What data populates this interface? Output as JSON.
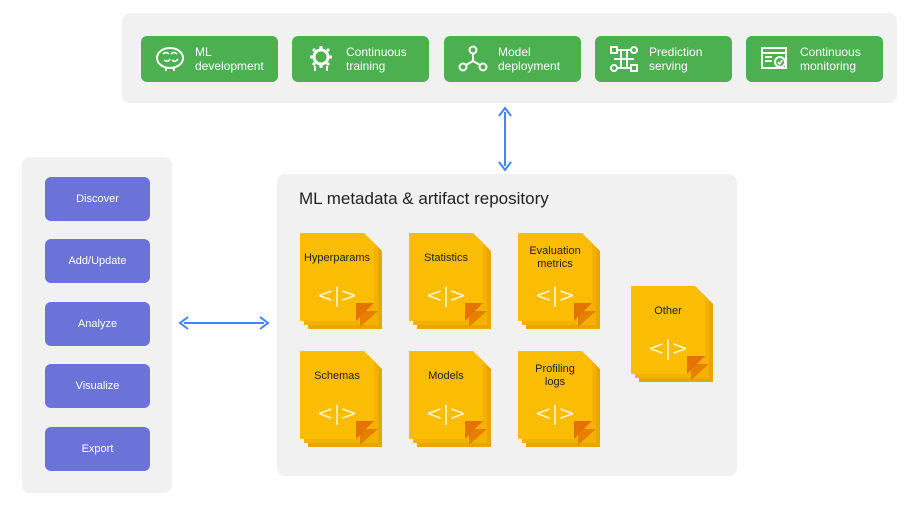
{
  "lifecycle_stages": [
    {
      "line1": "ML",
      "line2": "development",
      "icon": "brain-icon"
    },
    {
      "line1": "Continuous",
      "line2": "training",
      "icon": "gear-training-icon"
    },
    {
      "line1": "Model",
      "line2": "deployment",
      "icon": "deployment-nodes-icon"
    },
    {
      "line1": "Prediction",
      "line2": "serving",
      "icon": "serving-network-icon"
    },
    {
      "line1": "Continuous",
      "line2": "monitoring",
      "icon": "monitoring-dashboard-icon"
    }
  ],
  "actions": [
    "Discover",
    "Add/Update",
    "Analyze",
    "Visualize",
    "Export"
  ],
  "repository": {
    "title": "ML metadata & artifact repository",
    "code_glyph": "<|>",
    "artifacts": [
      {
        "line1": "Hyperparams",
        "line2": ""
      },
      {
        "line1": "Statistics",
        "line2": ""
      },
      {
        "line1": "Evaluation",
        "line2": "metrics"
      },
      {
        "line1": "Other",
        "line2": ""
      },
      {
        "line1": "Schemas",
        "line2": ""
      },
      {
        "line1": "Models",
        "line2": ""
      },
      {
        "line1": "Profiling",
        "line2": "logs"
      }
    ]
  },
  "colors": {
    "stage_green": "#4caf50",
    "action_purple": "#6b73d9",
    "artifact_yellow": "#f9b900",
    "artifact_fold": "#e37400",
    "arrow_blue": "#4285f4",
    "panel_grey": "#f1f1f1"
  }
}
